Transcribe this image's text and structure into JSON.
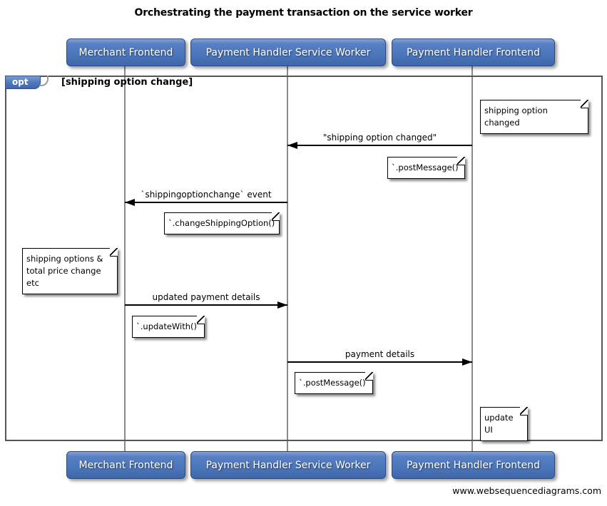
{
  "title": "Orchestrating the payment transaction on the service worker",
  "actors": [
    {
      "label": "Merchant Frontend"
    },
    {
      "label": "Payment Handler Service Worker"
    },
    {
      "label": "Payment Handler Frontend"
    }
  ],
  "frame": {
    "operator": "opt",
    "guard": "[shipping option change]"
  },
  "messages": [
    {
      "label": "\"shipping option changed\"",
      "from": "Payment Handler Frontend",
      "to": "Payment Handler Service Worker",
      "direction": "left"
    },
    {
      "label": "`shippingoptionchange` event",
      "from": "Payment Handler Service Worker",
      "to": "Merchant Frontend",
      "direction": "left"
    },
    {
      "label": "updated payment details",
      "from": "Merchant Frontend",
      "to": "Payment Handler Service Worker",
      "direction": "right"
    },
    {
      "label": "payment details",
      "from": "Payment Handler Service Worker",
      "to": "Payment Handler Frontend",
      "direction": "right"
    }
  ],
  "notes": [
    {
      "text": "shipping option changed"
    },
    {
      "text": "`.postMessage()`"
    },
    {
      "text": "`.changeShippingOption()`"
    },
    {
      "text": "shipping options &\ntotal price change etc"
    },
    {
      "text": "`.updateWith()`"
    },
    {
      "text": "`.postMessage()`"
    },
    {
      "text": "update UI"
    }
  ],
  "footer": "www.websequencediagrams.com",
  "colors": {
    "background": "#ffffff",
    "actor_fill": "#4b76bb",
    "actor_fill_light": "#83a1d4",
    "actor_fill_dark": "#3f67a8",
    "actor_border": "#2a4a84",
    "actor_text": "#ffffff",
    "opt_tab_fill": "#4d78bb",
    "frame_border": "#555555",
    "lifeline": "#8a8a8a",
    "note_bg": "#ffffff",
    "note_border": "#000000",
    "arrow": "#000000",
    "text": "#000000"
  }
}
